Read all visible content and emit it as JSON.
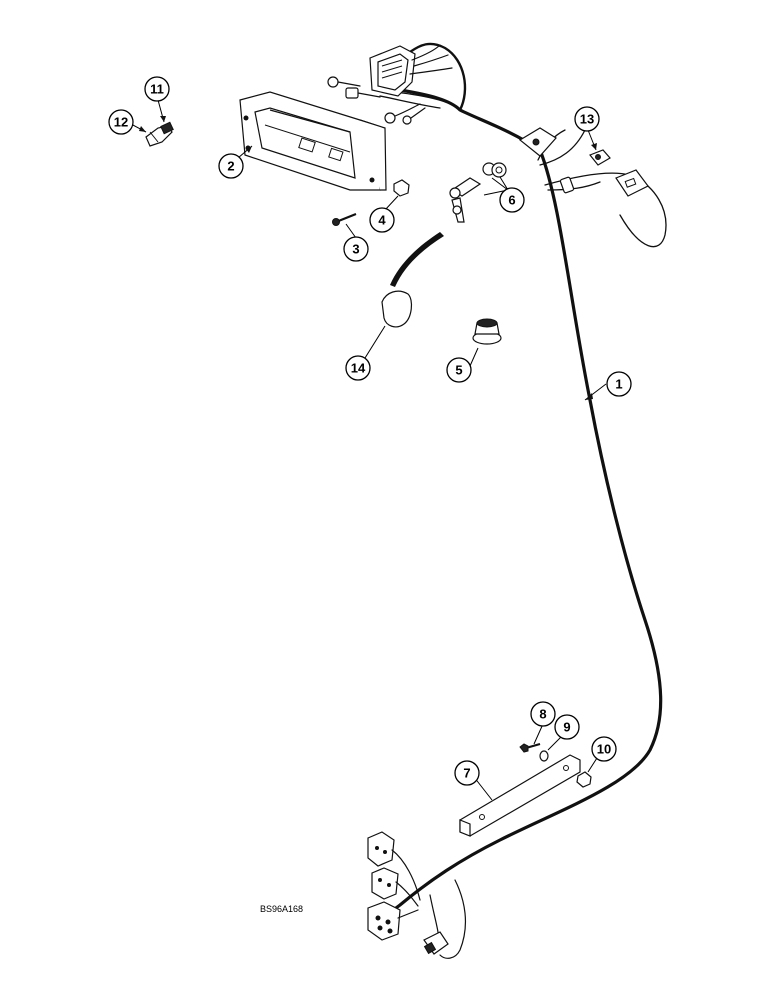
{
  "diagram": {
    "figure_code": "BS96A168",
    "callouts": [
      {
        "label": "1"
      },
      {
        "label": "2"
      },
      {
        "label": "3"
      },
      {
        "label": "4"
      },
      {
        "label": "5"
      },
      {
        "label": "6"
      },
      {
        "label": "7"
      },
      {
        "label": "8"
      },
      {
        "label": "9"
      },
      {
        "label": "10"
      },
      {
        "label": "11"
      },
      {
        "label": "12"
      },
      {
        "label": "13"
      },
      {
        "label": "14"
      }
    ]
  }
}
